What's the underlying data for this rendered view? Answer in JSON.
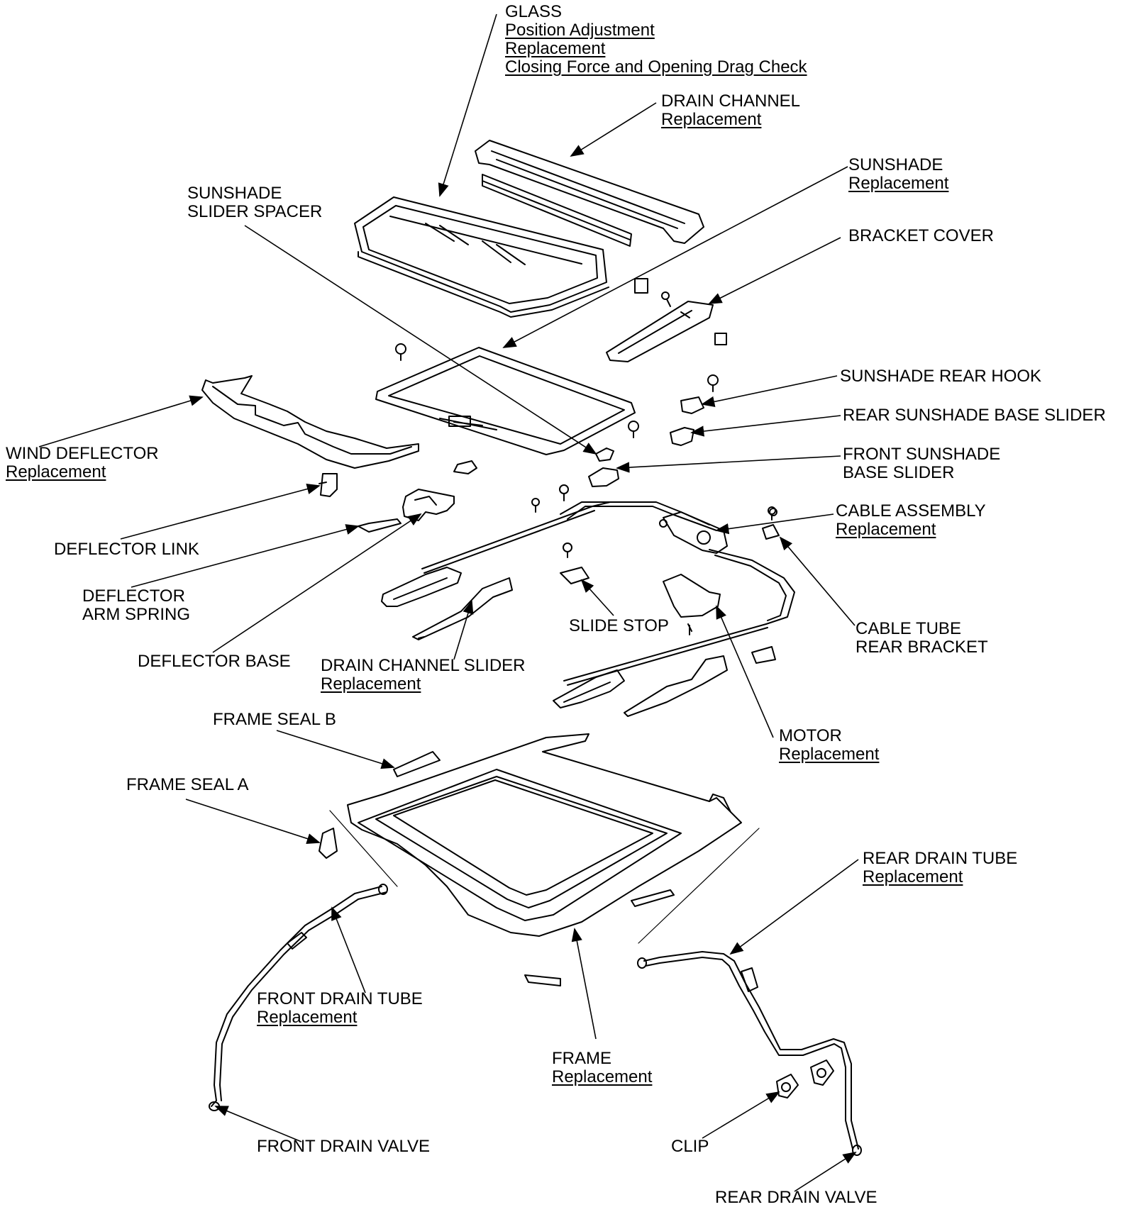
{
  "labels": {
    "glass": {
      "title": "GLASS",
      "link1": "Position Adjustment",
      "link2": "Replacement",
      "link3": "Closing Force and Opening Drag Check"
    },
    "drain_channel": {
      "title": "DRAIN CHANNEL",
      "link": "Replacement"
    },
    "sunshade": {
      "title": "SUNSHADE",
      "link": "Replacement"
    },
    "sunshade_slider_spacer": {
      "line1": "SUNSHADE",
      "line2": "SLIDER SPACER"
    },
    "bracket_cover": {
      "title": "BRACKET COVER"
    },
    "sunshade_rear_hook": {
      "title": "SUNSHADE REAR HOOK"
    },
    "rear_sunshade_base_slider": {
      "title": "REAR SUNSHADE BASE SLIDER"
    },
    "front_sunshade_base_slider": {
      "line1": "FRONT SUNSHADE",
      "line2": "BASE SLIDER"
    },
    "wind_deflector": {
      "title": "WIND DEFLECTOR",
      "link": "Replacement"
    },
    "cable_assembly": {
      "title": "CABLE ASSEMBLY",
      "link": "Replacement"
    },
    "deflector_link": {
      "title": "DEFLECTOR LINK"
    },
    "deflector_arm_spring": {
      "line1": "DEFLECTOR",
      "line2": "ARM SPRING"
    },
    "cable_tube_rear_bracket": {
      "line1": "CABLE TUBE",
      "line2": "REAR BRACKET"
    },
    "slide_stop": {
      "title": "SLIDE STOP"
    },
    "deflector_base": {
      "title": "DEFLECTOR BASE"
    },
    "drain_channel_slider": {
      "title": "DRAIN CHANNEL SLIDER",
      "link": "Replacement"
    },
    "frame_seal_b": {
      "title": "FRAME SEAL B"
    },
    "motor": {
      "title": "MOTOR",
      "link": "Replacement"
    },
    "frame_seal_a": {
      "title": "FRAME SEAL A"
    },
    "rear_drain_tube": {
      "title": "REAR DRAIN TUBE",
      "link": "Replacement"
    },
    "front_drain_tube": {
      "title": "FRONT DRAIN TUBE",
      "link": "Replacement"
    },
    "frame": {
      "title": "FRAME",
      "link": "Replacement"
    },
    "front_drain_valve": {
      "title": "FRONT DRAIN VALVE"
    },
    "clip": {
      "title": "CLIP"
    },
    "rear_drain_valve": {
      "title": "REAR DRAIN VALVE"
    }
  }
}
